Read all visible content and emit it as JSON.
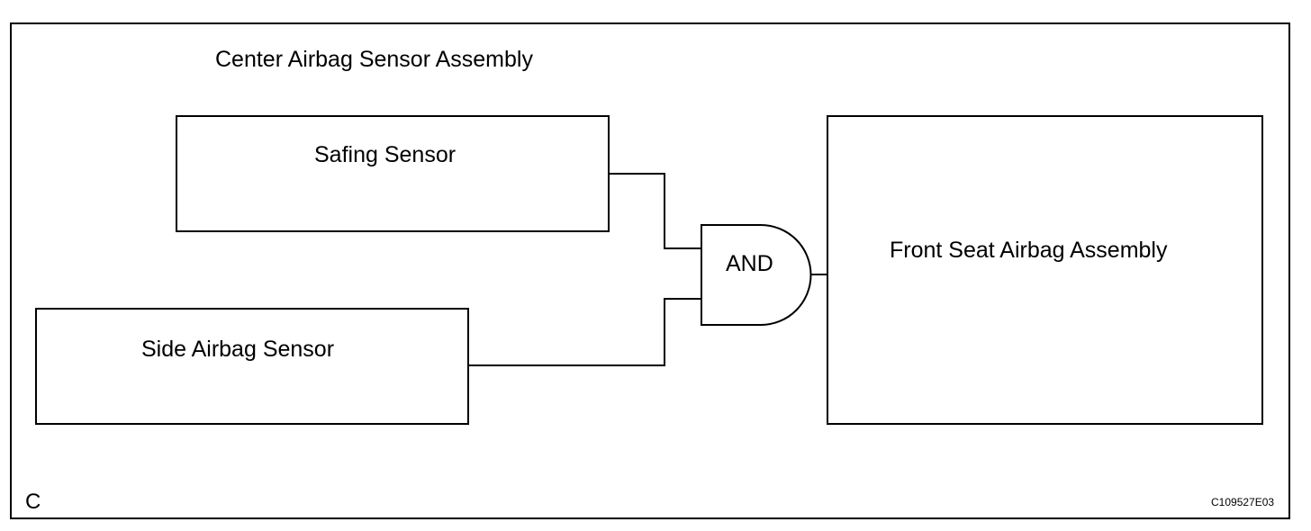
{
  "diagram": {
    "assembly_title": "Center Airbag Sensor Assembly",
    "safing_sensor_label": "Safing Sensor",
    "side_airbag_sensor_label": "Side Airbag Sensor",
    "gate_label": "AND",
    "front_seat_airbag_label": "Front Seat Airbag Assembly",
    "corner_label": "C",
    "figure_code": "C109527E03"
  },
  "colors": {
    "line": "#000000",
    "background": "#ffffff"
  }
}
